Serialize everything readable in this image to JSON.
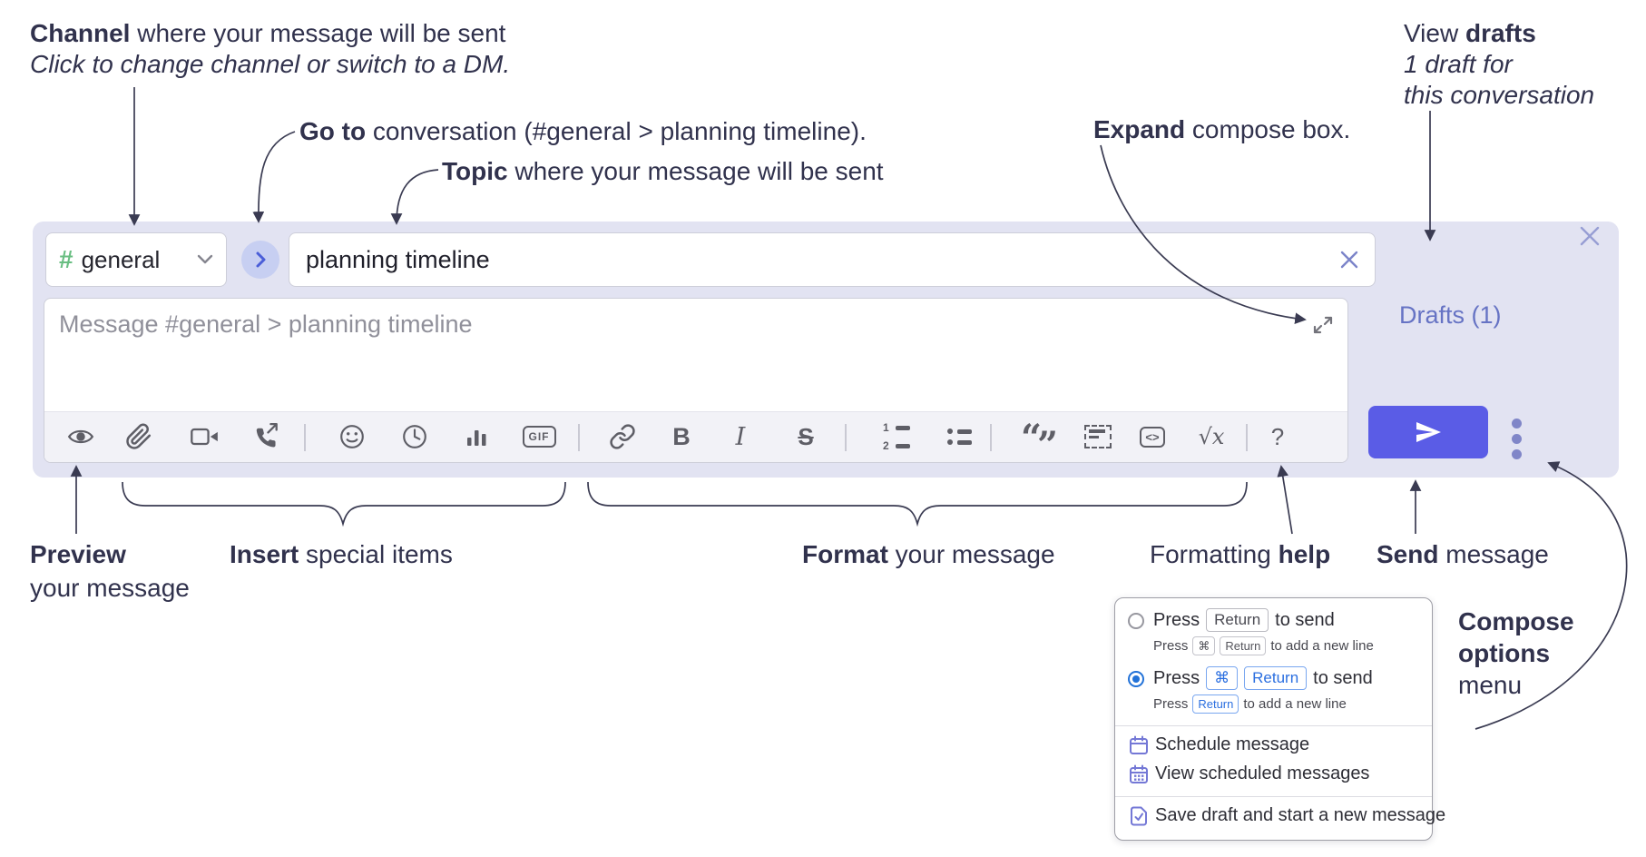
{
  "annotations": {
    "channel": {
      "b": "Channel",
      "r": " where your message will be sent",
      "sub": "Click to change channel or switch to a DM."
    },
    "goto": {
      "b": "Go to",
      "r": " conversation (#general > planning timeline)."
    },
    "topic": {
      "b": "Topic",
      "r": " where your message will be sent"
    },
    "expand": {
      "b": "Expand",
      "r": " compose box."
    },
    "view_drafts": {
      "pre": "View ",
      "b": "drafts",
      "sub1": "1 draft for",
      "sub2": "this conversation"
    },
    "preview": {
      "b": "Preview",
      "sub": "your message"
    },
    "insert": {
      "b": "Insert",
      "r": " special items"
    },
    "format": {
      "b": "Format",
      "r": " your message"
    },
    "help": {
      "pre": "Formatting ",
      "b": "help"
    },
    "send": {
      "b": "Send",
      "r": " message"
    },
    "compose_options": {
      "b1": "Compose",
      "b2": "options",
      "r": "menu"
    }
  },
  "compose": {
    "channel": {
      "hash": "#",
      "name": "general"
    },
    "topic_value": "planning timeline",
    "message_placeholder": "Message #general > planning timeline",
    "drafts_link": "Drafts (1)",
    "toolbar": {
      "icons": [
        "preview-eye",
        "attach-paperclip",
        "start-video-call",
        "start-voice-call",
        "emoji",
        "add-global-time",
        "create-poll",
        "add-gif",
        "link",
        "bold",
        "italic",
        "strikethrough",
        "numbered-list",
        "bulleted-list",
        "quote",
        "spoiler",
        "code",
        "math",
        "formatting-help"
      ],
      "bold_label": "B",
      "italic_label": "I",
      "strike_label": "S",
      "gif_label": "GIF",
      "code_label": "<>",
      "math_label": "√x",
      "help_label": "?",
      "ol1": "1",
      "ol2": "2",
      "quote_open": "“",
      "quote_close": "”"
    }
  },
  "menu": {
    "option1": {
      "pre": "Press",
      "key1": "Return",
      "post": "to send",
      "sub_pre": "Press",
      "sub_key1": "⌘",
      "sub_key2": "Return",
      "sub_post": "to add a new line"
    },
    "option2": {
      "pre": "Press",
      "key1": "⌘",
      "key2": "Return",
      "post": "to send",
      "sub_pre": "Press",
      "sub_key1": "Return",
      "sub_post": "to add a new line"
    },
    "items": [
      "Schedule message",
      "View scheduled messages"
    ],
    "footer": "Save draft and start a new message"
  },
  "colors": {
    "compose_bg": "#e2e3f2",
    "send_button": "#5a5ce6",
    "hash_green": "#69be82",
    "drafts_link": "#6673c4",
    "selected_kbd_blue": "#2b6fe0",
    "toolbar_icon_gray": "#5e5e66",
    "annotation_ink": "#31324d"
  }
}
